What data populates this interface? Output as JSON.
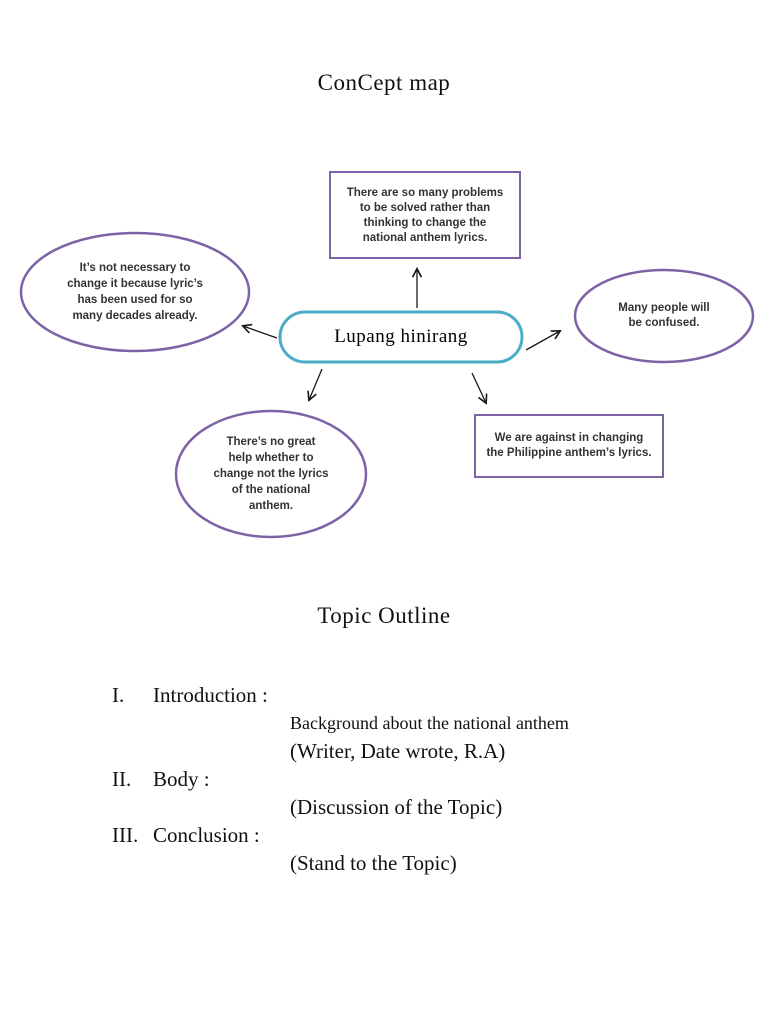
{
  "page": {
    "title": "ConCept map",
    "outline_title": "Topic Outline"
  },
  "colors": {
    "node_border_purple": "#7E62A6",
    "center_border_cyan": "#4BACC6",
    "text_dark": "#333333"
  },
  "concept_map": {
    "center": {
      "label": "Lupang hinirang"
    },
    "nodes": [
      {
        "id": "top-box",
        "shape": "rectangle",
        "text": "There are so many problems\nto be solved rather than\nthinking to change the\nnational anthem lyrics."
      },
      {
        "id": "left-ellipse",
        "shape": "ellipse",
        "text": "It’s not necessary to\nchange it because lyric’s\nhas been used for so\nmany decades already."
      },
      {
        "id": "right-ellipse",
        "shape": "ellipse",
        "text": "Many people will\nbe confused."
      },
      {
        "id": "bottom-left-ellipse",
        "shape": "ellipse",
        "text": "There’s no great\nhelp whether to\nchange not the lyrics\nof the national\nanthem."
      },
      {
        "id": "bottom-right-box",
        "shape": "rectangle",
        "text": "We are against in changing\nthe Philippine anthem’s lyrics."
      }
    ]
  },
  "outline": {
    "items": [
      {
        "numeral": "I.",
        "heading": "Introduction :",
        "sub": [
          "Background about the national anthem",
          "(Writer, Date wrote, R.A)"
        ]
      },
      {
        "numeral": "II.",
        "heading": "Body :",
        "sub": [
          "(Discussion of the Topic)"
        ]
      },
      {
        "numeral": "III.",
        "heading": "Conclusion :",
        "sub": [
          "(Stand to the Topic)"
        ]
      }
    ]
  }
}
